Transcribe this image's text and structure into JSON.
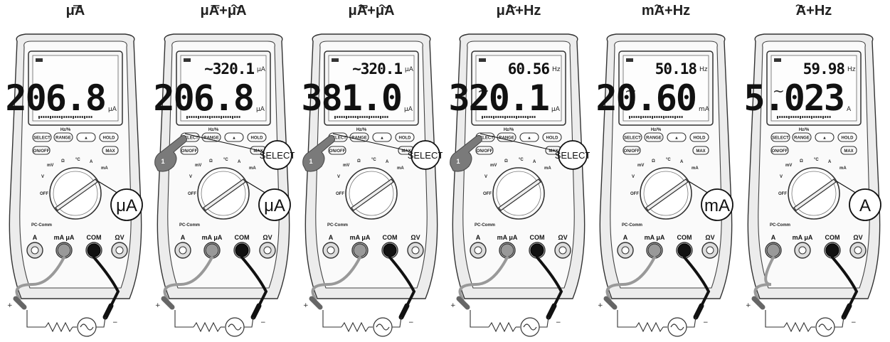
{
  "buttons": {
    "select": "SELECT",
    "range": "RANGE",
    "hold": "HOLD",
    "max": "MAX",
    "onoff": "ON/OFF"
  },
  "jacks": {
    "a": "A",
    "ma_ua": "mA μA",
    "com": "COM",
    "vohm": "ΩV"
  },
  "pc_comm": "PC-Comm",
  "select_callout": "SELECT",
  "finger_number": "1",
  "meters": [
    {
      "title": "μA",
      "title_mark": "dc",
      "main": "206.8",
      "sub": "",
      "sub_unit": "",
      "main_unit": "μA",
      "ac_main": false,
      "select": false,
      "range": "μA"
    },
    {
      "title": "μA+μA",
      "title_mark": "dc+ac",
      "main": "206.8",
      "sub": "~320.1",
      "sub_unit": "μA",
      "main_unit": "μA",
      "ac_main": false,
      "select": true,
      "range": "μA"
    },
    {
      "title": "μA+μA",
      "title_mark": "acdc+ac",
      "main": "381.0",
      "sub": "~320.1",
      "sub_unit": "μA",
      "main_unit": "μA",
      "ac_main": false,
      "select": true,
      "range": ""
    },
    {
      "title": "μA+Hz",
      "title_mark": "ac",
      "main": "320.1",
      "sub": "60.56",
      "sub_unit": "Hz",
      "main_unit": "μA",
      "ac_main": true,
      "select": true,
      "range": ""
    },
    {
      "title": "mA+Hz",
      "title_mark": "ac",
      "main": "20.60",
      "sub": "50.18",
      "sub_unit": "Hz",
      "main_unit": "mA",
      "ac_main": true,
      "select": false,
      "range": "mA"
    },
    {
      "title": "A+Hz",
      "title_mark": "ac",
      "main": "5.023",
      "sub": "59.98",
      "sub_unit": "Hz",
      "main_unit": "A",
      "ac_main": true,
      "select": false,
      "range": "A"
    }
  ]
}
